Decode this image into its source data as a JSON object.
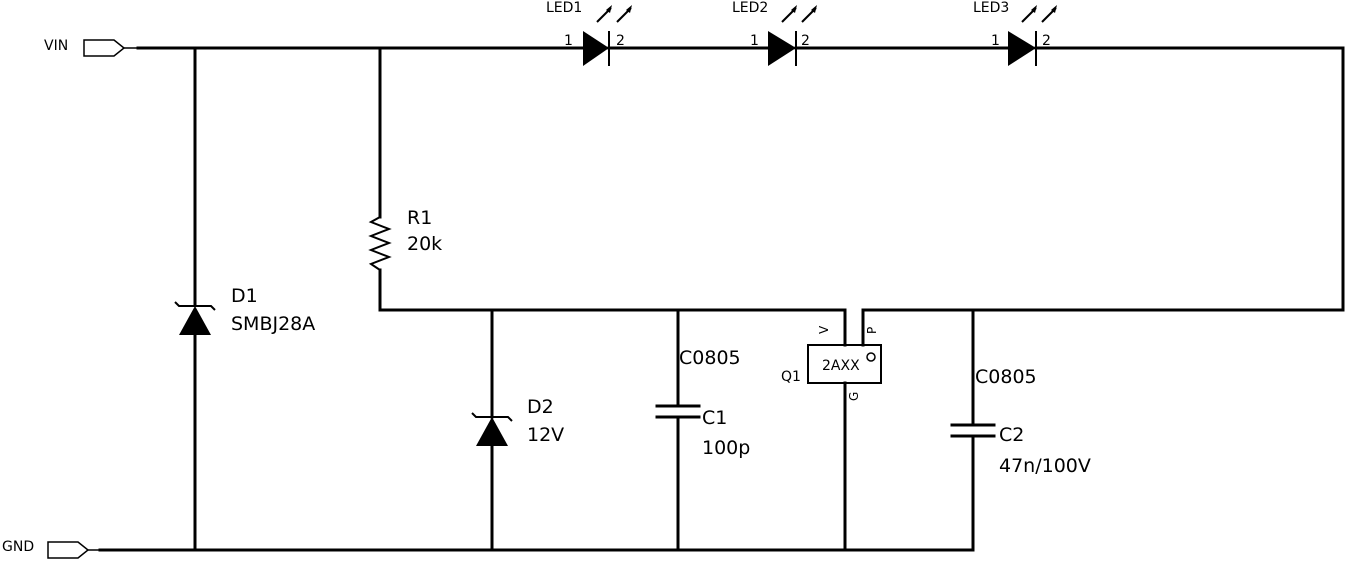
{
  "ports": {
    "vin": "VIN",
    "gnd": "GND"
  },
  "leds": [
    {
      "ref": "LED1",
      "pin1": "1",
      "pin2": "2"
    },
    {
      "ref": "LED2",
      "pin1": "1",
      "pin2": "2"
    },
    {
      "ref": "LED3",
      "pin1": "1",
      "pin2": "2"
    }
  ],
  "r1": {
    "ref": "R1",
    "value": "20k"
  },
  "d1": {
    "ref": "D1",
    "value": "SMBJ28A"
  },
  "d2": {
    "ref": "D2",
    "value": "12V"
  },
  "c1": {
    "ref": "C1",
    "package": "C0805",
    "value": "100p"
  },
  "c2": {
    "ref": "C2",
    "package": "C0805",
    "value": "47n/100V"
  },
  "q1": {
    "ref": "Q1",
    "part": "2AXX",
    "pin_v": "V",
    "pin_p": "P",
    "pin_g": "G"
  }
}
